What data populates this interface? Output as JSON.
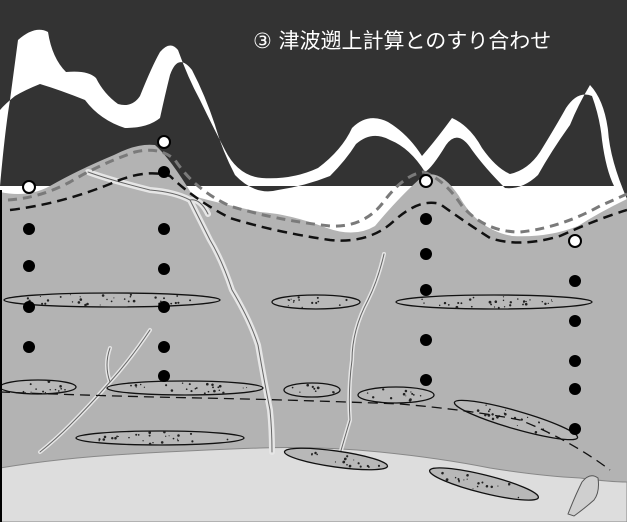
{
  "title": "③ 津波遡上計算とのすり合わせ",
  "colors": {
    "sea": "#333333",
    "land": "#b3b3b3",
    "lowland": "#dddddd",
    "lens": "#b8b8b8",
    "marker": "#000000",
    "open_marker": "#ffffff",
    "model_line": "#111111",
    "observed_line": "#7a7a7a"
  },
  "icons": {
    "core_sample": "filled-circle",
    "no_deposit": "open-circle"
  }
}
